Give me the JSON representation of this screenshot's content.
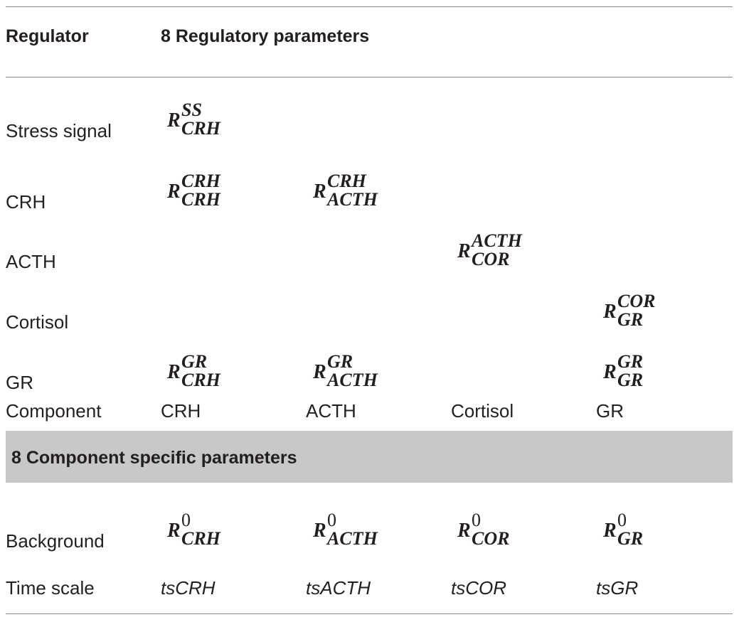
{
  "header": {
    "col_regulator": "Regulator",
    "col_params": "8 Regulatory parameters"
  },
  "regulatory": {
    "rows": [
      {
        "label": "Stress signal",
        "cells": [
          {
            "base": "R",
            "sup": "SS",
            "sub": "CRH"
          },
          null,
          null,
          null
        ]
      },
      {
        "label": "CRH",
        "cells": [
          {
            "base": "R",
            "sup": "CRH",
            "sub": "CRH"
          },
          {
            "base": "R",
            "sup": "CRH",
            "sub": "ACTH"
          },
          null,
          null
        ]
      },
      {
        "label": "ACTH",
        "cells": [
          null,
          null,
          {
            "base": "R",
            "sup": "ACTH",
            "sub": "COR"
          },
          null
        ]
      },
      {
        "label": "Cortisol",
        "cells": [
          null,
          null,
          null,
          {
            "base": "R",
            "sup": "COR",
            "sub": "GR"
          }
        ]
      },
      {
        "label": "GR",
        "cells": [
          {
            "base": "R",
            "sup": "GR",
            "sub": "CRH"
          },
          {
            "base": "R",
            "sup": "GR",
            "sub": "ACTH"
          },
          null,
          {
            "base": "R",
            "sup": "GR",
            "sub": "GR"
          }
        ]
      }
    ]
  },
  "component_row": {
    "label": "Component",
    "values": [
      "CRH",
      "ACTH",
      "Cortisol",
      "GR"
    ]
  },
  "section2": {
    "title": "8 Component specific parameters"
  },
  "background_row": {
    "label": "Background",
    "cells": [
      {
        "base": "R",
        "sup": "0",
        "sub": "CRH"
      },
      {
        "base": "R",
        "sup": "0",
        "sub": "ACTH"
      },
      {
        "base": "R",
        "sup": "0",
        "sub": "COR"
      },
      {
        "base": "R",
        "sup": "0",
        "sub": "GR"
      }
    ]
  },
  "timescale_row": {
    "label": "Time scale",
    "values": [
      "tsCRH",
      "tsACTH",
      "tsCOR",
      "tsGR"
    ]
  }
}
